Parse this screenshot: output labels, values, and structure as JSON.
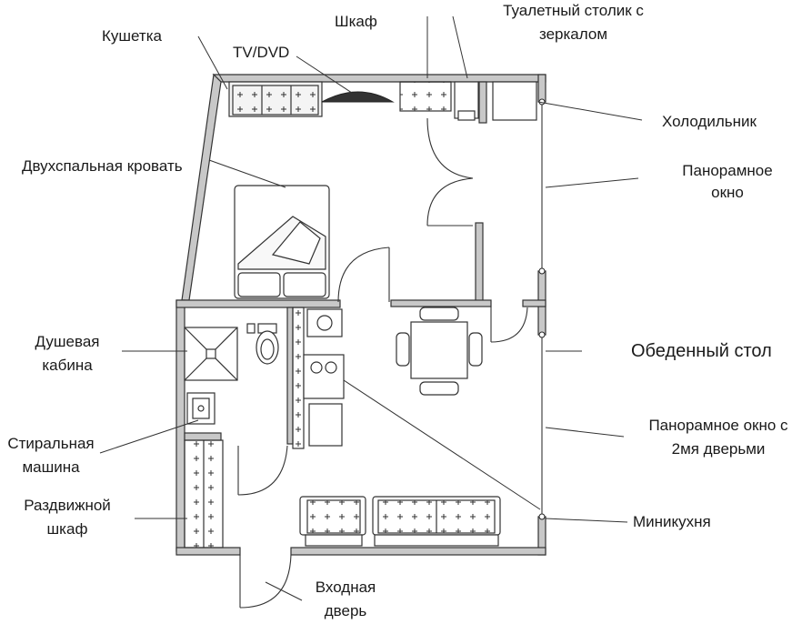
{
  "labels": {
    "kushetka": "Кушетка",
    "tv_dvd": "TV/DVD",
    "shkaf": "Шкаф",
    "dressing_table_1": "Туалетный столик с",
    "dressing_table_2": "зеркалом",
    "fridge": "Холодильник",
    "double_bed": "Двухспальная кровать",
    "panoramic_window_1": "Панорамное",
    "panoramic_window_2": "окно",
    "shower_1": "Душевая",
    "shower_2": "кабина",
    "dining_table": "Обеденный стол",
    "washer_1": "Стиральная",
    "washer_2": "машина",
    "panoramic_doors_1": "Панорамное  окно с",
    "panoramic_doors_2": "2мя  дверьми",
    "sliding_wardrobe_1": "Раздвижной",
    "sliding_wardrobe_2": "шкаф",
    "mini_kitchen": "Миникухня",
    "entrance_1": "Входная",
    "entrance_2": "дверь"
  },
  "colors": {
    "wall_fill": "#c8c8c8",
    "wall_stroke": "#333333",
    "line": "#222222"
  }
}
